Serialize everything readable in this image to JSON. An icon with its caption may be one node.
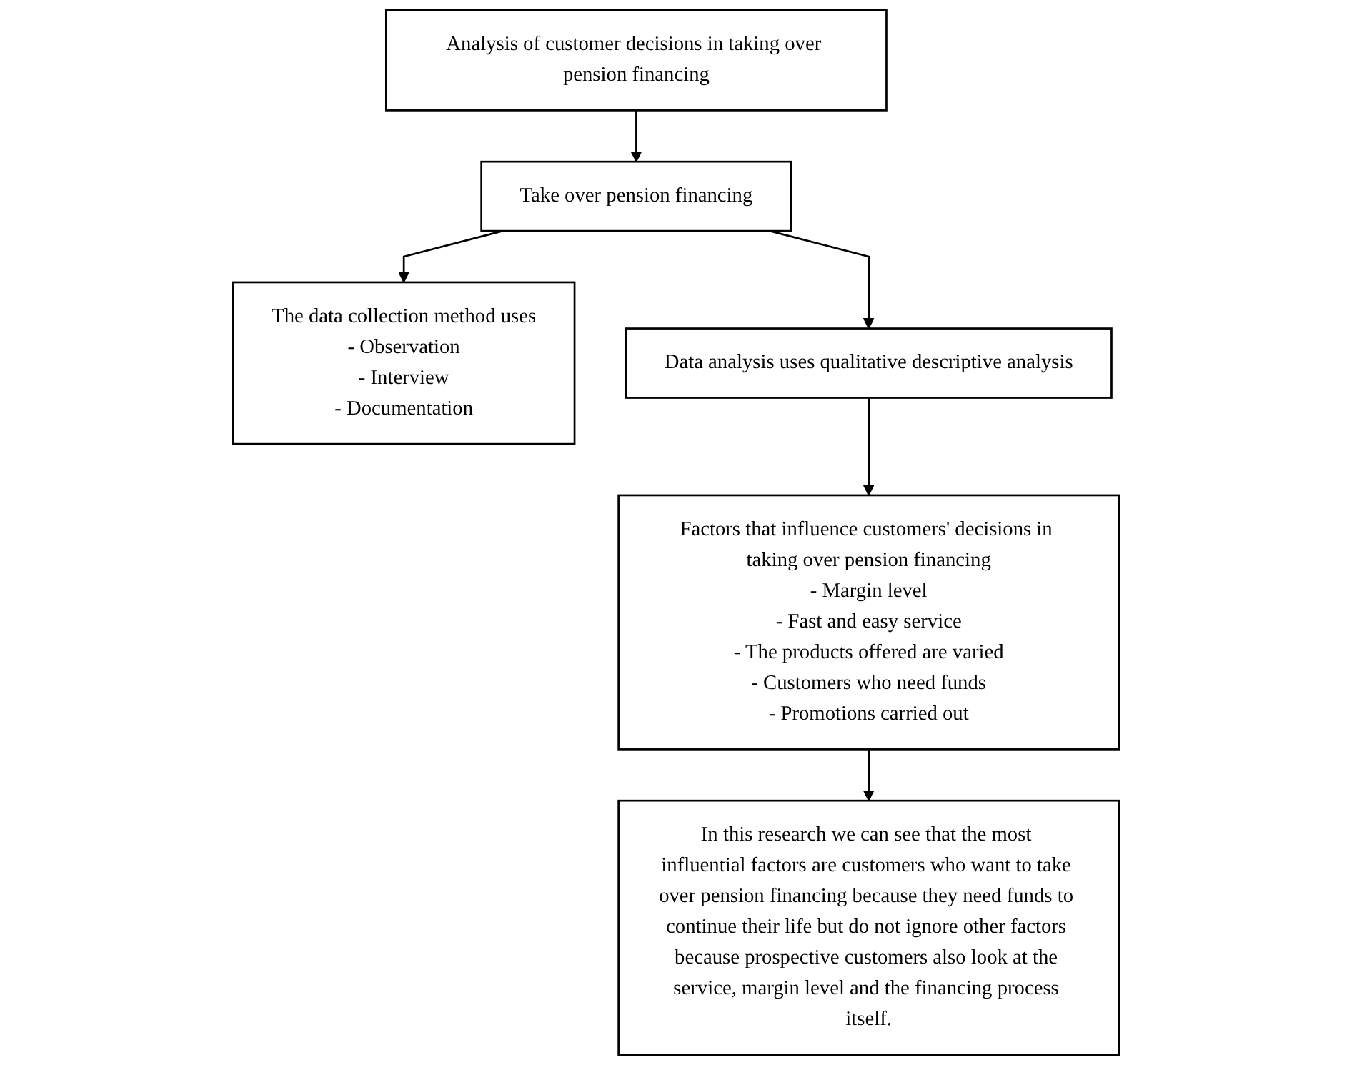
{
  "diagram": {
    "nodes": [
      {
        "text": [
          "Analysis of customer decisions in taking over pension financing"
        ]
      },
      {
        "text": [
          "Take over pension financing"
        ]
      },
      {
        "text": [
          "The data collection method uses",
          "- Observation",
          "- Interview",
          "- Documentation"
        ]
      },
      {
        "text": [
          "Data analysis uses qualitative descriptive analysis"
        ]
      },
      {
        "text": [
          "Factors that influence customers' decisions in taking over pension financing",
          "- Margin level",
          "- Fast and easy service",
          "- The products offered are varied",
          "- Customers who need funds",
          "- Promotions carried out"
        ]
      },
      {
        "text": [
          "In this research we can see that the most influential factors are customers who want to take over pension financing because they need funds to continue their life but do not ignore other factors because prospective customers also look at the service, margin level and the financing process itself."
        ]
      }
    ],
    "edges": [
      {
        "from": 0,
        "to": 1,
        "arrow": "to"
      },
      {
        "from": 1,
        "to": 2,
        "arrow": "to"
      },
      {
        "from": 1,
        "to": 3,
        "arrow": "to"
      },
      {
        "from": 3,
        "to": 4,
        "arrow": "to"
      },
      {
        "from": 4,
        "to": 5,
        "arrow": "to"
      }
    ]
  }
}
